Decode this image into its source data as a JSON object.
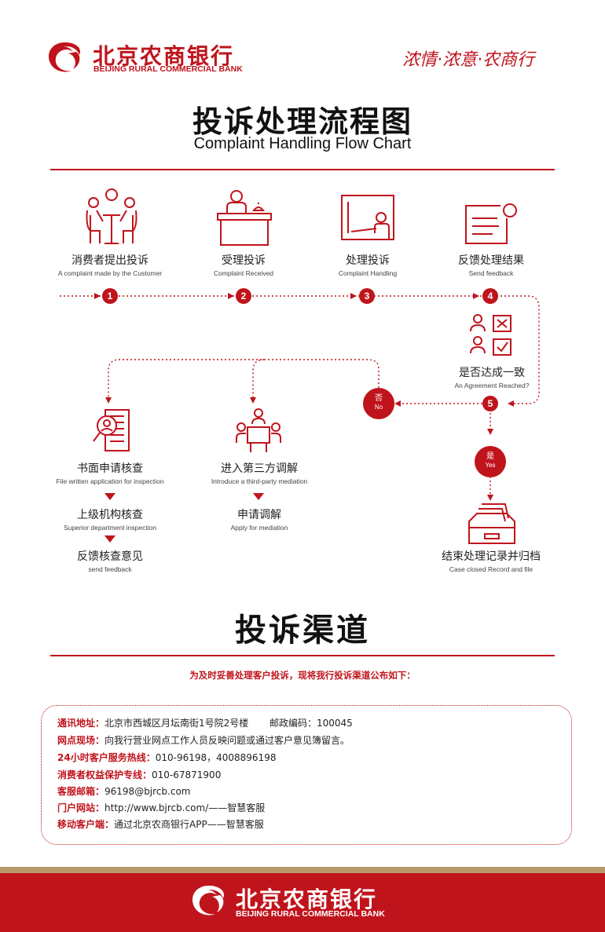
{
  "header": {
    "bank_name_cn": "北京农商银行",
    "bank_name_en": "BEIJING RURAL COMMERCIAL BANK",
    "slogan": "浓情·浓意·农商行"
  },
  "flow": {
    "title_cn": "投诉处理流程图",
    "title_en": "Complaint Handling Flow Chart",
    "steps": [
      {
        "num": "1",
        "cn": "消费者提出投诉",
        "en": "A complaint made by the Customer",
        "icon": "customers-table-icon"
      },
      {
        "num": "2",
        "cn": "受理投诉",
        "en": "Complaint Received",
        "icon": "reception-desk-icon"
      },
      {
        "num": "3",
        "cn": "处理投诉",
        "en": "Complaint Handling",
        "icon": "presentation-board-icon"
      },
      {
        "num": "4",
        "cn": "反馈处理结果",
        "en": "Send feedback",
        "icon": "feedback-document-icon"
      }
    ],
    "decision": {
      "num": "5",
      "cn": "是否达成一致",
      "en": "An Agreement Reached?",
      "icon": "agreement-check-icon"
    },
    "no": {
      "cn": "否",
      "en": "No"
    },
    "yes": {
      "cn": "是",
      "en": "Yes"
    },
    "final": {
      "cn": "结束处理记录并归档",
      "en": "Case closed Record and file",
      "icon": "archive-tray-icon"
    },
    "branch_left": [
      {
        "cn": "书面申请核查",
        "en": "File written application for inspection"
      },
      {
        "cn": "上级机构核查",
        "en": "Superior department inspection"
      },
      {
        "cn": "反馈核查意见",
        "en": "send feedback"
      }
    ],
    "branch_mid": [
      {
        "cn": "进入第三方调解",
        "en": "Introduce a third-party mediation"
      },
      {
        "cn": "申请调解",
        "en": "Apply for mediation"
      }
    ]
  },
  "channels": {
    "title": "投诉渠道",
    "intro": "为及时妥善处理客户投诉，现将我行投诉渠道公布如下：",
    "items": [
      {
        "label": "通讯地址：",
        "value": "北京市西城区月坛南街1号院2号楼       邮政编码：100045"
      },
      {
        "label": "网点现场：",
        "value": "向我行营业网点工作人员反映问题或通过客户意见簿留言。"
      },
      {
        "label": "24小时客户服务热线：",
        "value": "010-96198，4008896198"
      },
      {
        "label": "消费者权益保护专线：",
        "value": "010-67871900"
      },
      {
        "label": "客服邮箱：",
        "value": "96198@bjrcb.com"
      },
      {
        "label": "门户网站：",
        "value": "http://www.bjrcb.com/——智慧客服"
      },
      {
        "label": "移动客户端：",
        "value": "通过北京农商银行APP——智慧客服"
      }
    ]
  },
  "footer": {
    "bank_name_cn": "北京农商银行",
    "bank_name_en": "BEIJING RURAL COMMERCIAL BANK"
  },
  "colors": {
    "brand_red": "#c0141c",
    "footer_gold": "#b89a6a"
  }
}
